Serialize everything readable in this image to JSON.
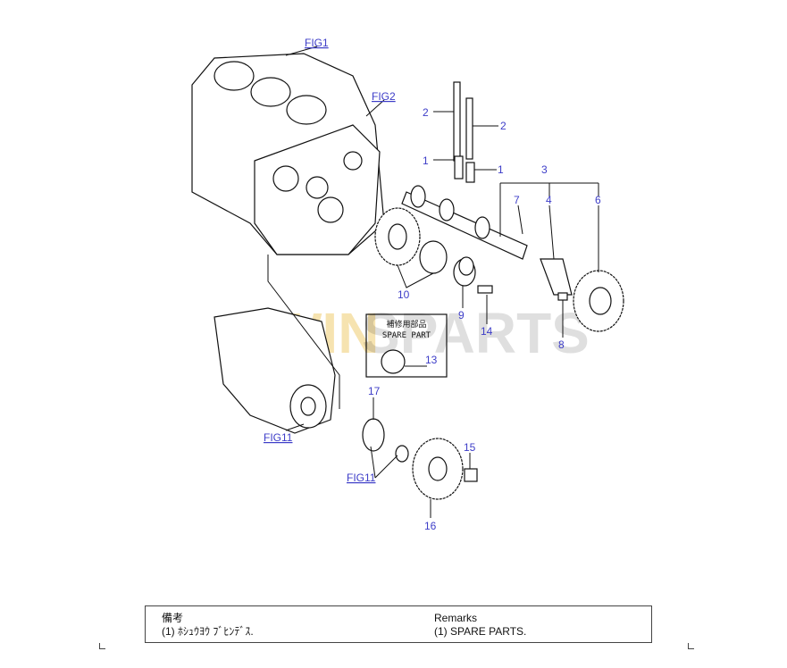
{
  "watermark": {
    "prefix": "WIN",
    "suffix": "SPARTS"
  },
  "spare_box": {
    "title_jp": "補修用部品",
    "title_en": "SPARE PART"
  },
  "callouts": {
    "fig1": "FIG1",
    "fig2": "FIG2",
    "fig11_a": "FIG11",
    "fig11_b": "FIG11",
    "p2a": "2",
    "p2b": "2",
    "p1a": "1",
    "p1b": "1",
    "p3": "3",
    "p7": "7",
    "p4": "4",
    "p6": "6",
    "p10": "10",
    "p9": "9",
    "p14": "14",
    "p8": "8",
    "p13": "13",
    "p17": "17",
    "p15": "15",
    "p16": "16"
  },
  "remarks": {
    "heading_jp": "備考",
    "line_jp": "(1) ﾎｼｭｳﾖｳ ﾌﾞﾋﾝﾃﾞｽ.",
    "heading_en": "Remarks",
    "line_en": "(1) SPARE PARTS."
  },
  "colors": {
    "callout": "#3d3dc8",
    "watermark_gold": "#e8b020"
  }
}
